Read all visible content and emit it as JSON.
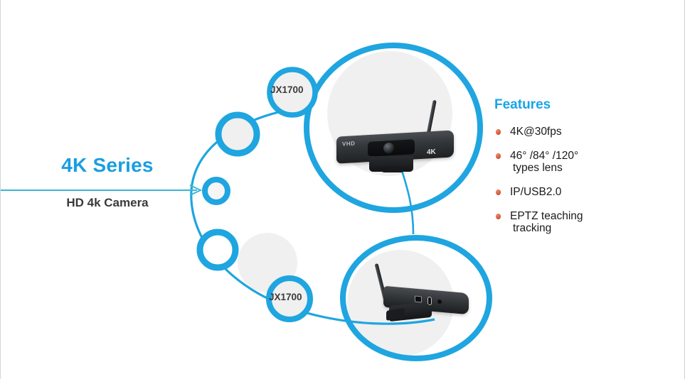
{
  "slide": {
    "left_panel": {
      "series_title": "4K Series",
      "sub_title": "HD 4k Camera"
    },
    "nodes": [
      {
        "id": "node-top",
        "label": "JX1700"
      },
      {
        "id": "node-bottom",
        "label": "JX1700"
      }
    ],
    "features": {
      "heading": "Features",
      "items": [
        {
          "text": "4K@30fps",
          "line2": ""
        },
        {
          "text": "46° /84° /120°",
          "line2": "types lens"
        },
        {
          "text": " IP/USB2.0",
          "line2": ""
        },
        {
          "text": " EPTZ teaching",
          "line2": "tracking"
        }
      ]
    },
    "products": [
      {
        "id": "camera-top",
        "brand": "VHD",
        "resolution": "4K"
      },
      {
        "id": "camera-bottom",
        "brand": "",
        "resolution": ""
      }
    ],
    "colors": {
      "accent_blue": "#18a4e8",
      "ring_blue": "#1fa5e0",
      "arrow_teal": "#3ab6d4",
      "bullet_orange": "#d9593c",
      "heading_gray": "#3a3a3a",
      "blob_gray": "#f0f0f0",
      "page_background": "#ffffff"
    }
  }
}
